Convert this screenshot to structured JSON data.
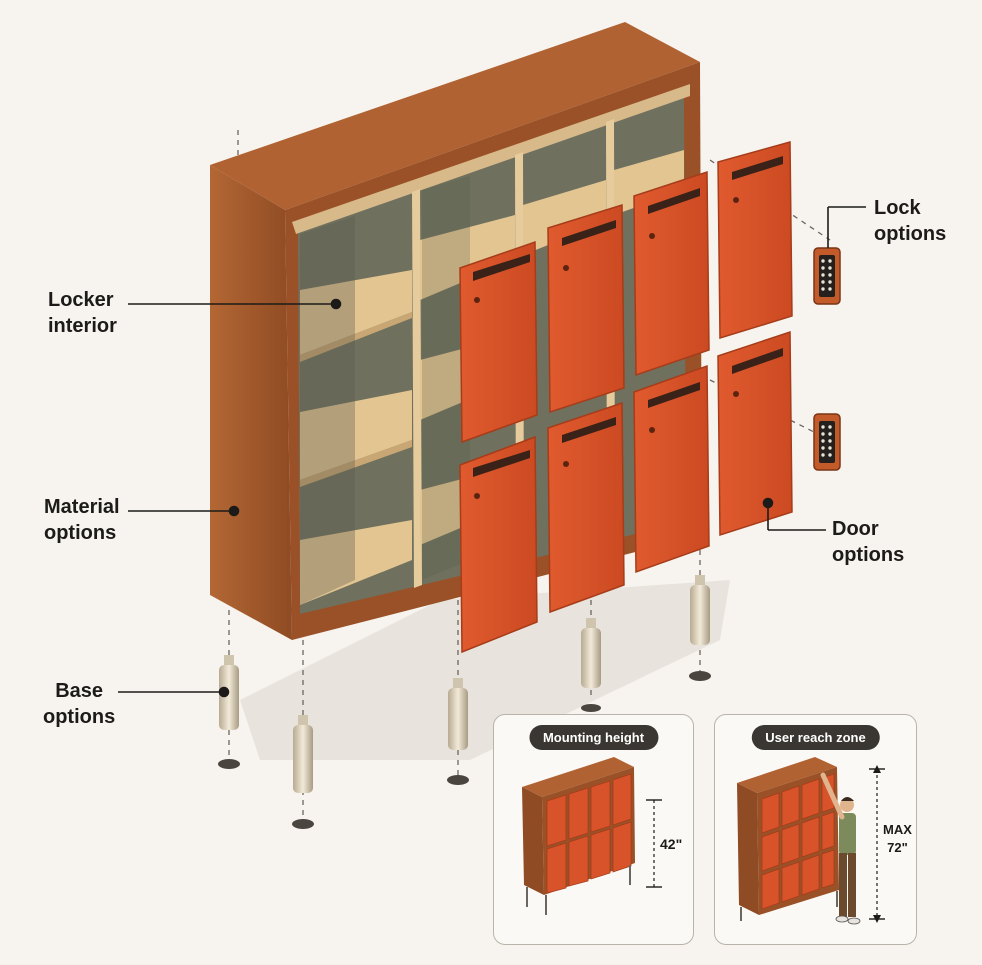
{
  "callouts": {
    "locker_interior": [
      "Locker",
      "interior"
    ],
    "material_options": [
      "Material",
      "options"
    ],
    "base_options": [
      "Base",
      "options"
    ],
    "lock_options": [
      "Lock",
      "options"
    ],
    "door_options": [
      "Door",
      "options"
    ]
  },
  "panels": {
    "mounting": {
      "title": "Mounting height",
      "measurement": "42\""
    },
    "reach": {
      "title": "User reach zone",
      "measurement_top": "MAX",
      "measurement_bottom": "72\""
    }
  },
  "colors": {
    "wood": "#a0562a",
    "wood_dark": "#7a3f1c",
    "wood_light": "#b86a35",
    "door": "#d9532a",
    "shelf": "#e3c592",
    "interior": "#7d7f6c",
    "keypad": "#c25a2a"
  }
}
